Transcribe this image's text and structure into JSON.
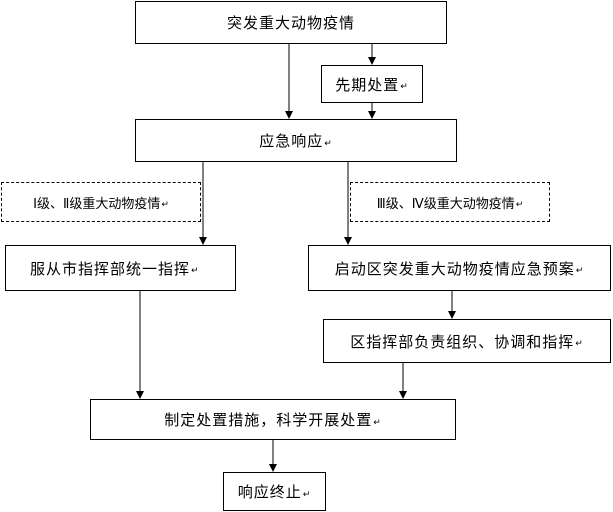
{
  "nodes": {
    "outbreak": "突发重大动物疫情",
    "initial_handling": "先期处置",
    "emergency_response": "应急响应",
    "level_1_2": "Ⅰ级、Ⅱ级重大动物疫情",
    "level_3_4": "Ⅲ级、Ⅳ级重大动物疫情",
    "city_command": "服从市指挥部统一指挥",
    "activate_plan": "启动区突发重大动物疫情应急预案",
    "district_command": "区指挥部负责组织、协调和指挥",
    "measures": "制定处置措施，科学开展处置",
    "response_end": "响应终止"
  },
  "paragraph_mark": "↵"
}
